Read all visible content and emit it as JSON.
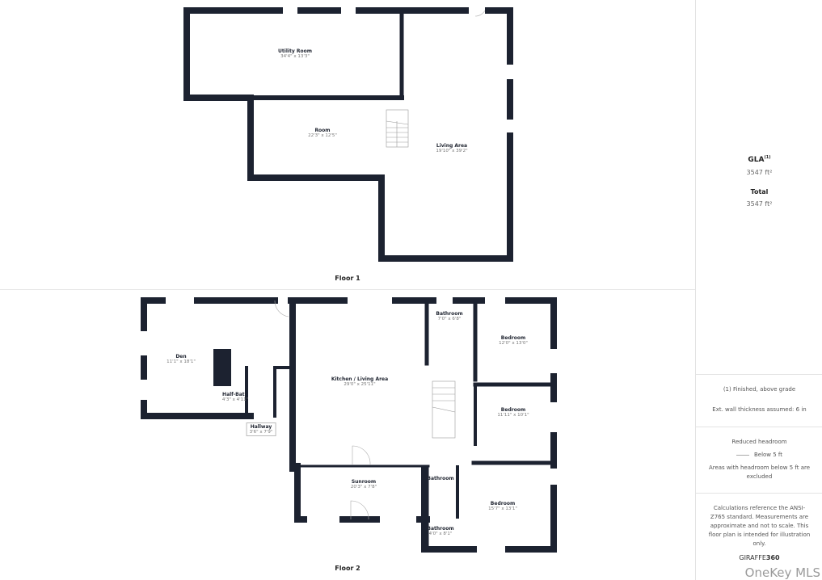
{
  "floors": [
    {
      "label": "Floor 1",
      "rooms": [
        {
          "name": "Utility Room",
          "dims": "34'4\" x 13'3\""
        },
        {
          "name": "Room",
          "dims": "22'3\" x 12'5\""
        },
        {
          "name": "Living Area",
          "dims": "19'10\" x 39'2\""
        }
      ]
    },
    {
      "label": "Floor 2",
      "rooms": [
        {
          "name": "Den",
          "dims": "11'1\" x 18'1\""
        },
        {
          "name": "Half-Bath",
          "dims": "4'3\" x 4'11\""
        },
        {
          "name": "Hallway",
          "dims": "3'6\" x 7'9\""
        },
        {
          "name": "Kitchen / Living Area",
          "dims": "29'0\" x 25'11\""
        },
        {
          "name": "Sunroom",
          "dims": "20'3\" x 7'8\""
        },
        {
          "name": "Bathroom",
          "dims": "7'0\" x 6'8\""
        },
        {
          "name": "Bedroom",
          "dims": "12'0\" x 13'0\""
        },
        {
          "name": "Bedroom",
          "dims": "11'11\" x 10'1\""
        },
        {
          "name": "Bedroom",
          "dims": "15'7\" x 13'1\""
        },
        {
          "name": "Bathroom",
          "dims": ""
        },
        {
          "name": "Bathroom",
          "dims": "4'0\" x 8'1\""
        }
      ]
    }
  ],
  "summary": {
    "gla_label": "GLA",
    "gla_sup": "(1)",
    "gla_value": "3547 ft²",
    "total_label": "Total",
    "total_value": "3547 ft²",
    "note1": "(1) Finished, above grade",
    "note2": "Ext. wall thickness assumed: 6 in",
    "headroom_title": "Reduced headroom",
    "headroom_legend": "Below 5 ft",
    "headroom_note": "Areas with headroom below 5 ft are excluded",
    "disclaimer": "Calculations reference the ANSI-Z765 standard. Measurements are approximate and not to scale. This floor plan is intended for illustration only.",
    "brand_a": "GIRAFFE",
    "brand_b": "360"
  },
  "watermark": "OneKey MLS",
  "colors": {
    "wall": "#1c2230",
    "window": "#ffffff",
    "divider": "#e3e3e3"
  }
}
